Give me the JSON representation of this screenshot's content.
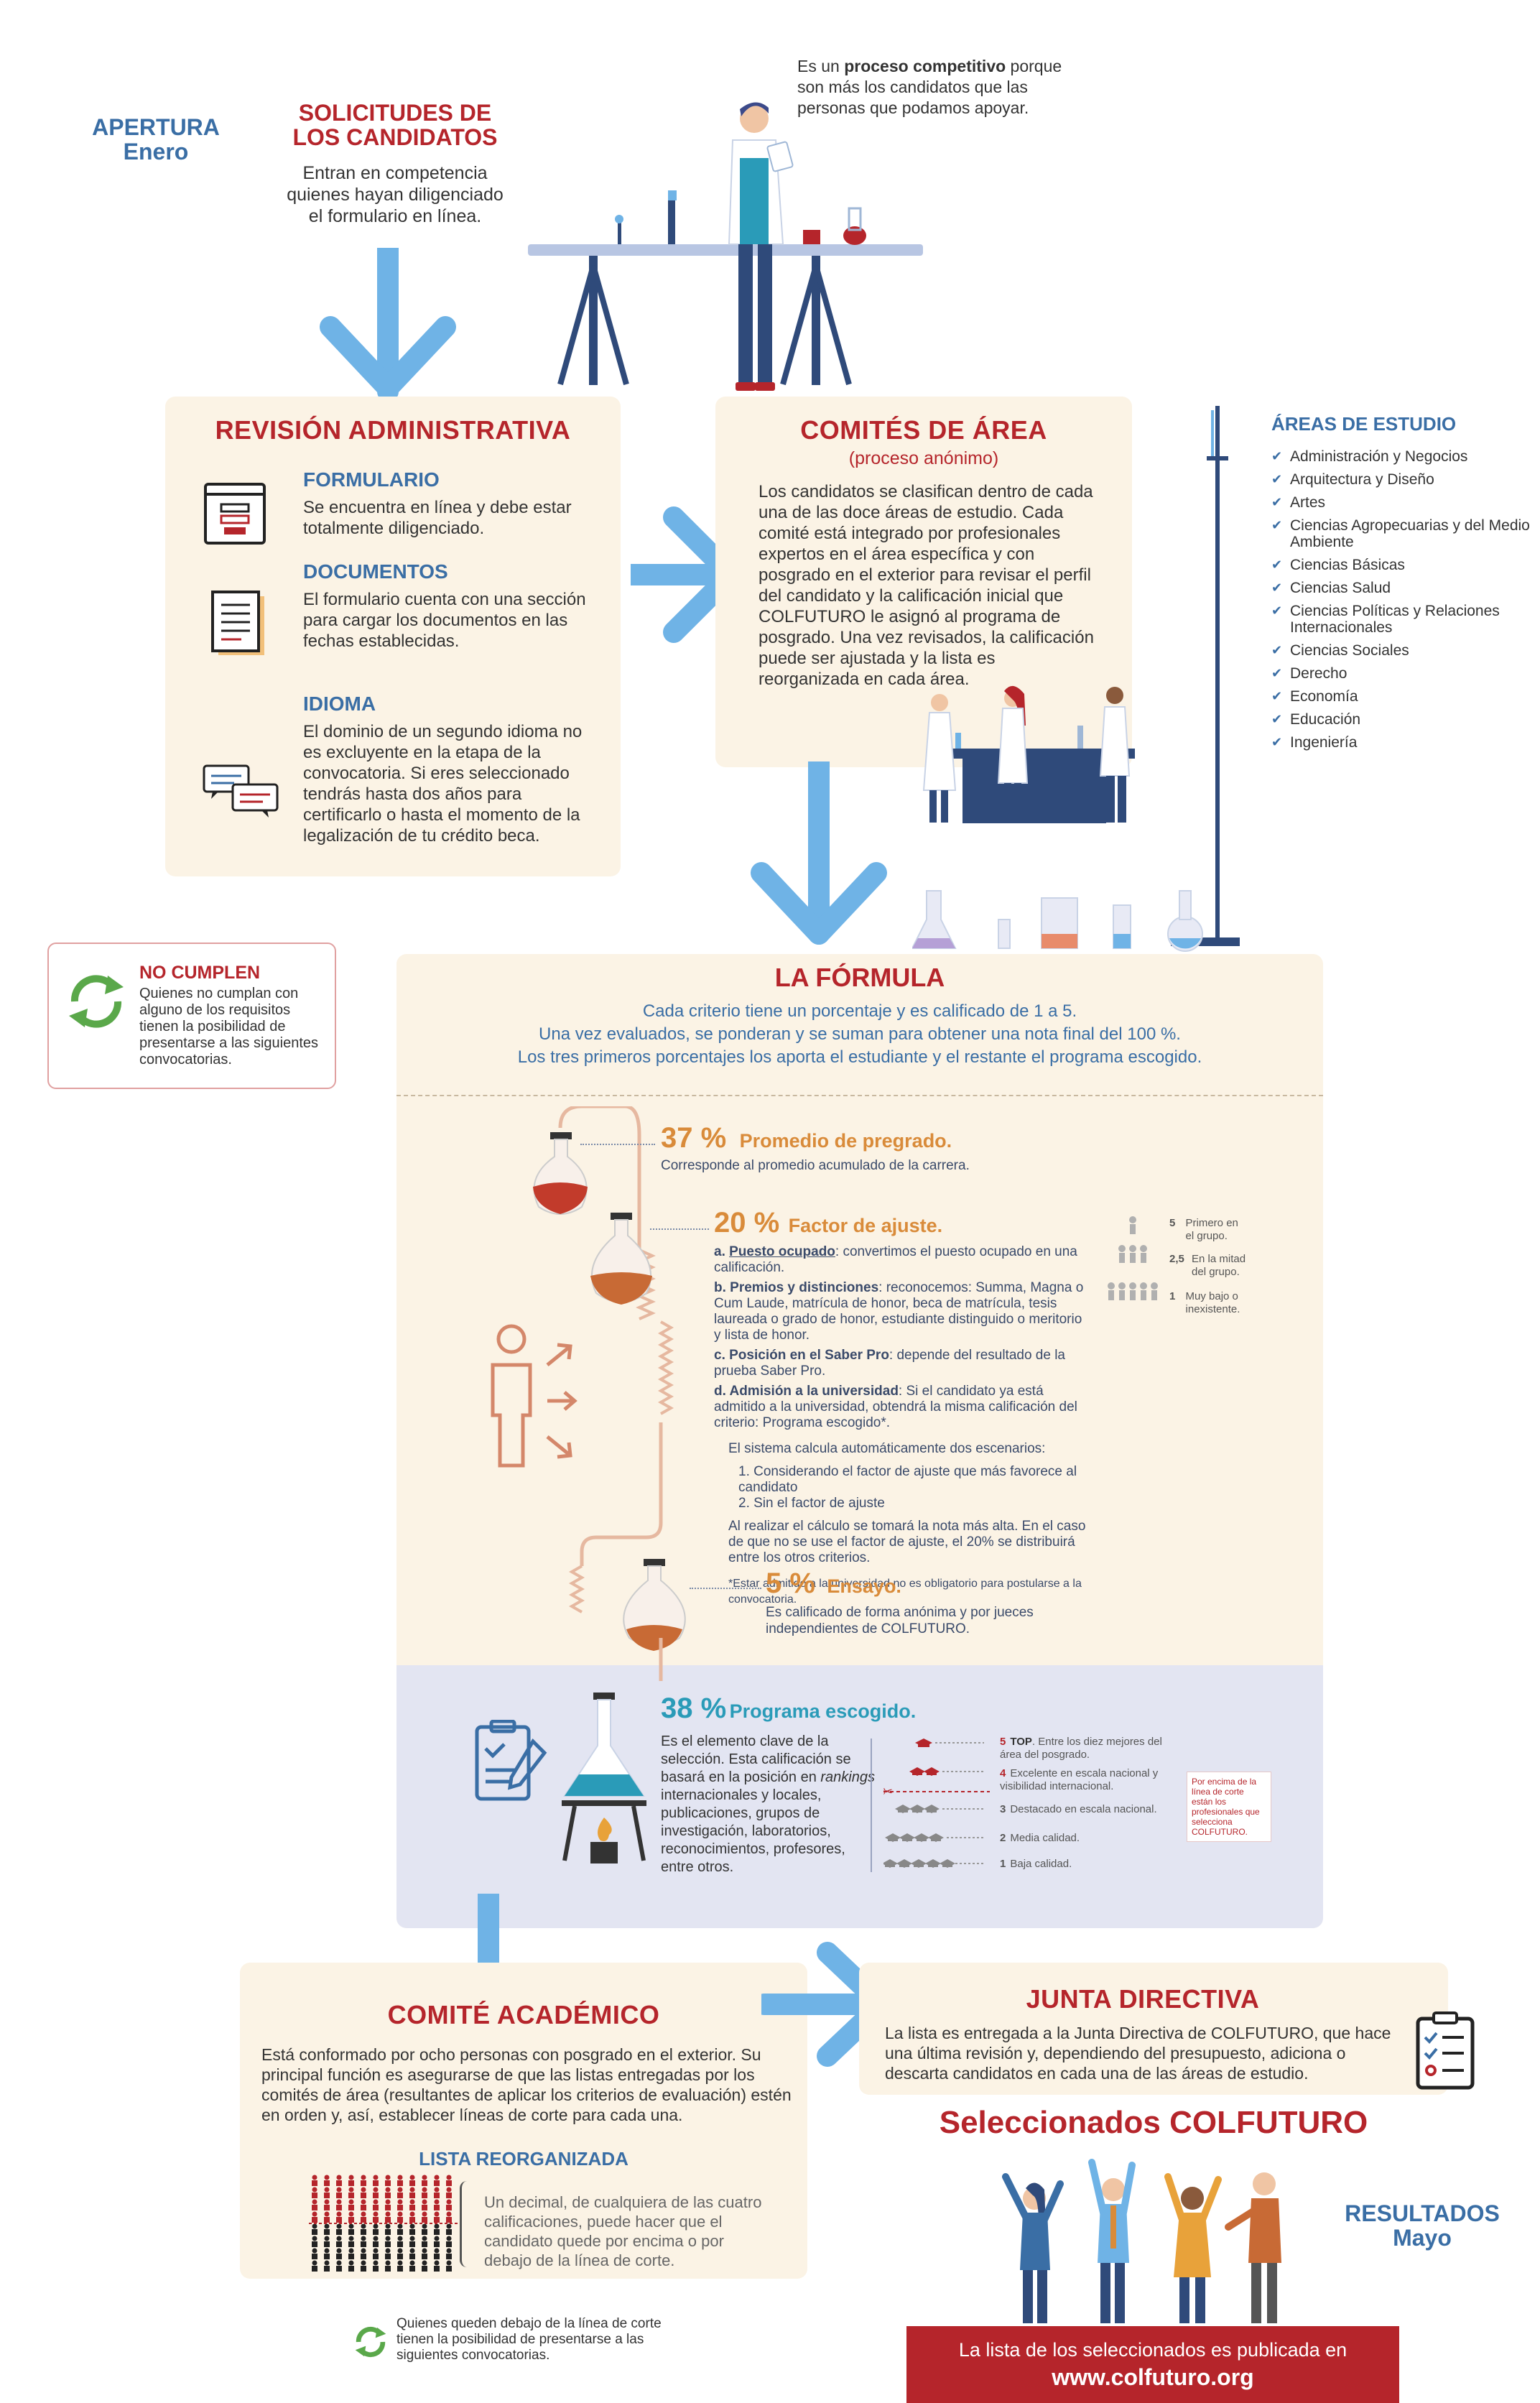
{
  "header": {
    "apertura_label": "APERTURA",
    "apertura_month": "Enero",
    "solicitudes_title_1": "SOLICITUDES DE",
    "solicitudes_title_2": "LOS CANDIDATOS",
    "solicitudes_text_1": "Entran en competencia",
    "solicitudes_text_2": "quienes hayan diligenciado",
    "solicitudes_text_3": "el formulario en línea.",
    "competitive_1a": "Es un ",
    "competitive_1b": "proceso competitivo",
    "competitive_1c": " porque",
    "competitive_2": "son más los candidatos que las",
    "competitive_3": "personas que podamos apoyar."
  },
  "revision": {
    "title": "REVISIÓN ADMINISTRATIVA",
    "formulario_title": "FORMULARIO",
    "formulario_text": "Se encuentra en línea y debe estar totalmente diligenciado.",
    "documentos_title": "DOCUMENTOS",
    "documentos_text": "El formulario cuenta con una sección para cargar los documentos en las fechas establecidas.",
    "idioma_title": "IDIOMA",
    "idioma_text": "El dominio de un segundo idioma no es excluyente en la etapa de la convocatoria. Si eres seleccionado tendrás hasta dos años para certificarlo o hasta el momento de la legalización de tu crédito beca."
  },
  "comites": {
    "title": "COMITÉS DE ÁREA",
    "subtitle": "(proceso anónimo)",
    "text": "Los candidatos se clasifican dentro de cada una de las doce áreas de estudio. Cada comité está integrado por profesionales expertos en el área específica y con posgrado en el exterior para revisar el perfil del candidato y la calificación inicial que COLFUTURO le asignó al programa de posgrado. Una vez revisados, la calificación puede ser ajustada y la lista es reorganizada en cada área."
  },
  "areas": {
    "title": "ÁREAS DE ESTUDIO",
    "items": [
      "Administración y Negocios",
      "Arquitectura y Diseño",
      "Artes",
      "Ciencias Agropecuarias y del Medio Ambiente",
      "Ciencias Básicas",
      "Ciencias Salud",
      "Ciencias Políticas y Relaciones Internacionales",
      "Ciencias Sociales",
      "Derecho",
      "Economía",
      "Educación",
      "Ingeniería"
    ]
  },
  "no_cumplen": {
    "title": "NO CUMPLEN",
    "text": "Quienes no cumplan con alguno de los requisitos tienen la posibilidad de presentarse a las siguientes convocatorias."
  },
  "formula": {
    "title": "LA FÓRMULA",
    "line1": "Cada criterio tiene un porcentaje y es calificado de 1 a 5.",
    "line2": "Una vez evaluados, se ponderan y se suman para obtener una nota final del 100 %.",
    "line3": "Los tres primeros porcentajes los aporta el estudiante y el restante el programa escogido.",
    "c1_pct": "37 %",
    "c1_label": "Promedio de pregrado.",
    "c1_text": "Corresponde al promedio acumulado de la carrera.",
    "c2_pct": "20 %",
    "c2_label": "Factor de ajuste.",
    "c2_a_key": "Puesto ocupado",
    "c2_a_text": ": convertimos el puesto ocupado en una calificación.",
    "c2_b_key": "Premios y distinciones",
    "c2_b_text": ": reconocemos: Summa, Magna o Cum Laude, matrícula de honor, beca de matrícula, tesis laureada o grado de honor, estudiante distinguido o meritorio y lista de honor.",
    "c2_c_key": "Posición en el Saber Pro",
    "c2_c_text": ": depende del resultado de la prueba Saber Pro.",
    "c2_d_key": "Admisión a la universidad",
    "c2_d_text": ": Si el candidato ya está admitido a la universidad, obtendrá la misma calificación del criterio: Programa escogido*.",
    "c2_sys": "El sistema calcula automáticamente dos escenarios:",
    "c2_s1": "1. Considerando el factor de ajuste que más favorece al candidato",
    "c2_s2": "2. Sin el factor de ajuste",
    "c2_calc": "Al realizar el cálculo se tomará la nota más alta. En el caso de que no se use el factor de ajuste, el 20% se distribuirá entre los otros criterios.",
    "c2_note": "*Estar admitido a la universidad no es obligatorio para postularse a la convocatoria.",
    "rank_5": "5",
    "rank_5_text": "Primero en el grupo.",
    "rank_25": "2,5",
    "rank_25_text": "En la mitad del grupo.",
    "rank_1": "1",
    "rank_1_text": "Muy bajo o inexistente.",
    "c3_pct": "5 %",
    "c3_label": "Ensayo.",
    "c3_text": "Es calificado de forma anónima y por jueces independientes de COLFUTURO.",
    "c4_pct": "38 %",
    "c4_label": "Programa escogido.",
    "c4_text_1": "Es el elemento clave de la selección. Esta calificación se basará en la posición en ",
    "c4_text_em": "rankings",
    "c4_text_2": " internacionales y locales, publicaciones, grupos de investigación, laboratorios, reconocimientos, profesores, entre otros.",
    "p5": "5",
    "p5_key": "TOP",
    "p5_text": ". Entre los diez mejores del área del posgrado.",
    "p4": "4",
    "p4_text": "Excelente en escala nacional y visibilidad internacional.",
    "p3": "3",
    "p3_text": "Destacado en escala nacional.",
    "p2": "2",
    "p2_text": "Media calidad.",
    "p1": "1",
    "p1_text": "Baja calidad.",
    "cut_note": "Por encima de la línea de corte están los profesionales que selecciona COLFUTURO."
  },
  "academico": {
    "title": "COMITÉ ACADÉMICO",
    "text": "Está conformado por ocho personas con posgrado en el exterior. Su principal función es asegurarse de que las listas entregadas por los comités de área (resultantes de aplicar los criterios de evaluación) estén en orden y, así, establecer líneas de corte para cada una.",
    "lista_title": "LISTA REORGANIZADA",
    "lista_text": "Un decimal, de cualquiera de las cuatro calificaciones, puede hacer que el candidato quede por encima o por debajo de la línea de corte.",
    "below_text": "Quienes queden debajo de la línea de corte tienen la posibilidad de presentarse a las siguientes convocatorias."
  },
  "junta": {
    "title": "JUNTA DIRECTIVA",
    "text": "La lista es entregada a la Junta Directiva de COLFUTURO, que hace una última revisión y, dependiendo del presupuesto, adiciona o descarta candidatos en cada una de las áreas de estudio."
  },
  "results": {
    "selected_title": "Seleccionados COLFUTURO",
    "label": "RESULTADOS",
    "month": "Mayo",
    "banner_1": "La lista de los seleccionados es publicada en",
    "banner_2": "www.colfuturo.org"
  },
  "colors": {
    "red": "#b5252b",
    "navy": "#3a6ea5",
    "arrow_blue": "#6fb3e6",
    "cream": "#fbf3e5",
    "lavender": "#e3e5f2",
    "orange": "#d98b3a",
    "teal": "#2a9bb8",
    "green": "#5aa84a"
  }
}
